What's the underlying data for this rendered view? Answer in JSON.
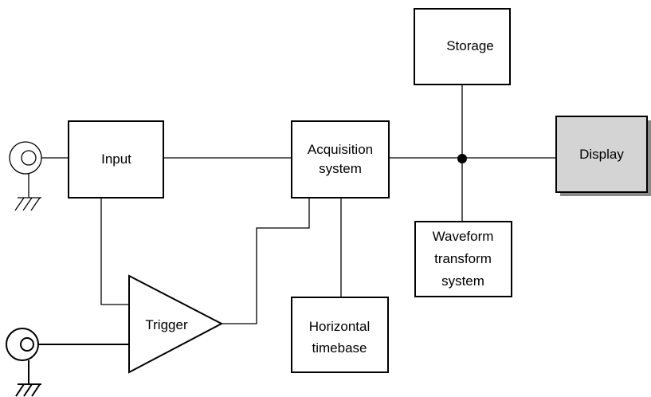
{
  "blocks": {
    "input": [
      "Input"
    ],
    "acquisition": [
      "Acquisition",
      "system"
    ],
    "storage": [
      "Storage"
    ],
    "display": [
      "Display"
    ],
    "waveform": [
      "Waveform",
      "transform",
      "system"
    ],
    "horizontal": [
      "Horizontal",
      "timebase"
    ],
    "trigger": [
      "Trigger"
    ]
  },
  "colors": {
    "line": "#000000",
    "display_fill": "#d4d4d4",
    "display_shadow": "#8a8a8a"
  }
}
